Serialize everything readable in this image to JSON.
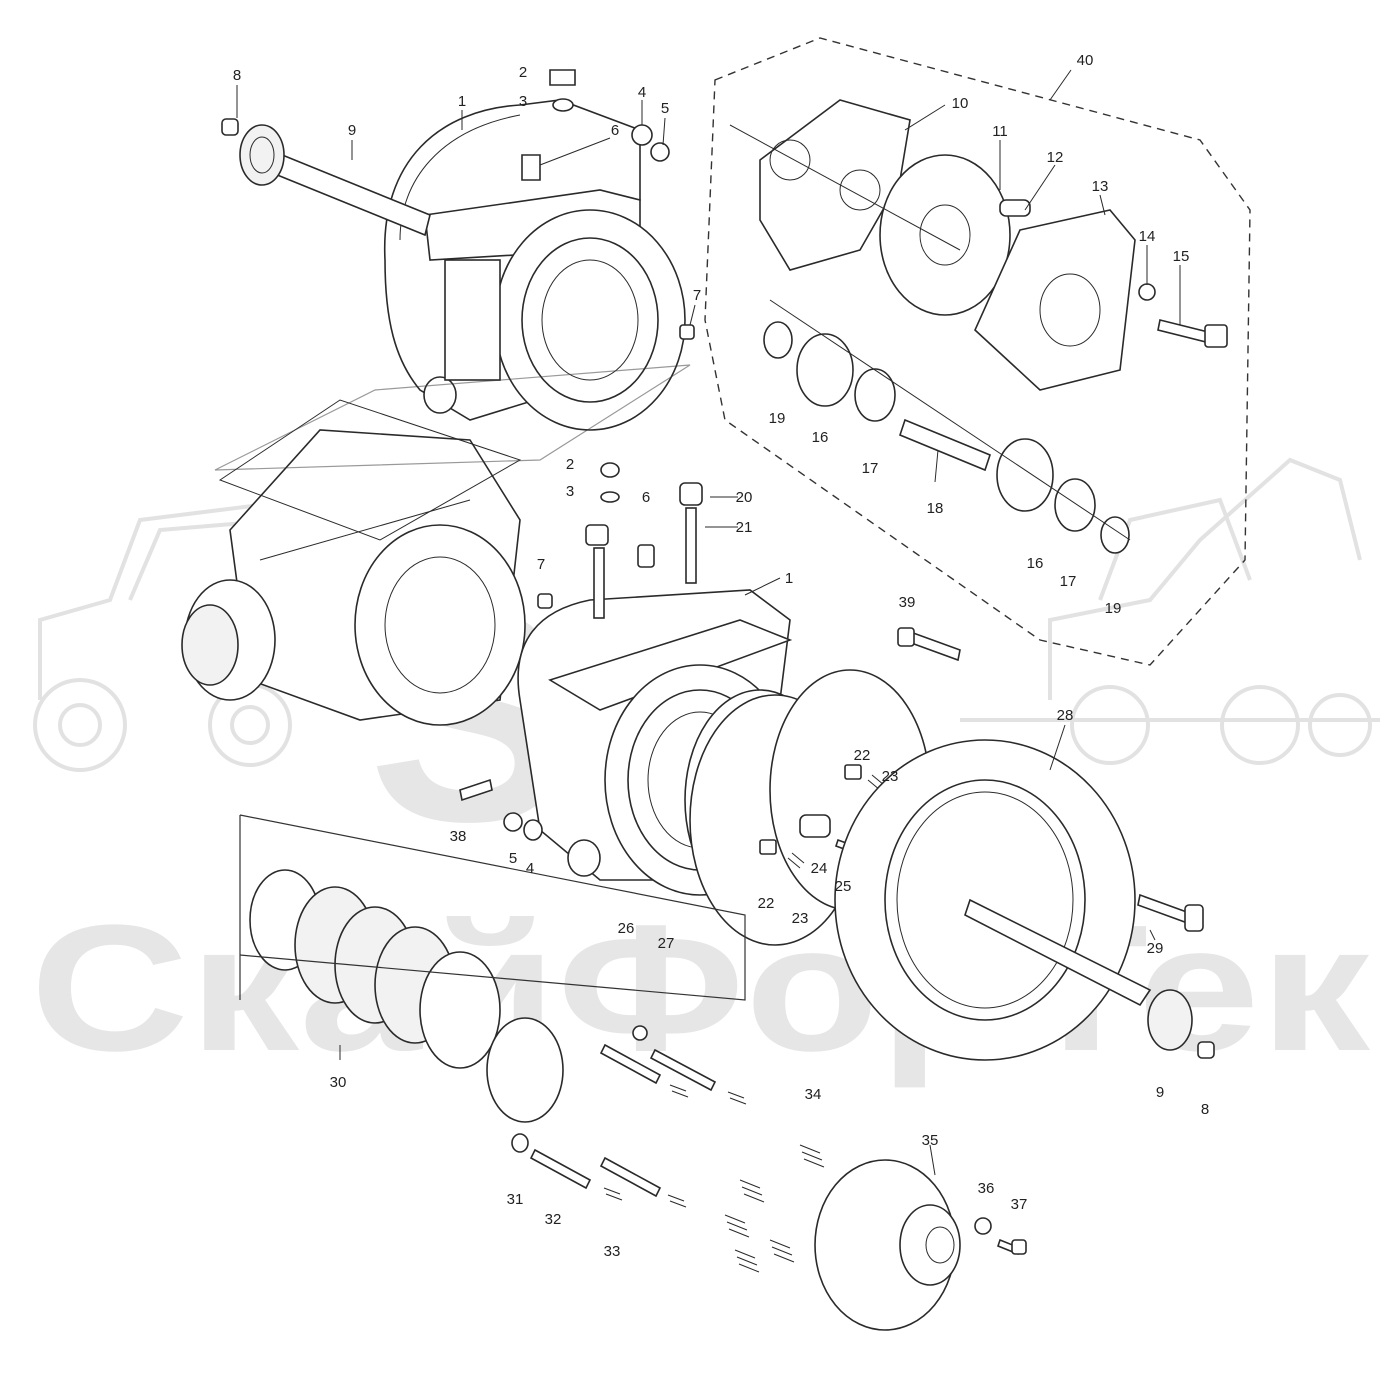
{
  "watermark": {
    "logo_text": "ST",
    "company_text": "СкайФорТек"
  },
  "callouts": [
    {
      "id": "c8a",
      "text": "8"
    },
    {
      "id": "c9a",
      "text": "9"
    },
    {
      "id": "c1a",
      "text": "1"
    },
    {
      "id": "c2a",
      "text": "2"
    },
    {
      "id": "c3a",
      "text": "3"
    },
    {
      "id": "c4a",
      "text": "4"
    },
    {
      "id": "c5a",
      "text": "5"
    },
    {
      "id": "c6a",
      "text": "6"
    },
    {
      "id": "c7a",
      "text": "7"
    },
    {
      "id": "c40",
      "text": "40"
    },
    {
      "id": "c10",
      "text": "10"
    },
    {
      "id": "c11",
      "text": "11"
    },
    {
      "id": "c12",
      "text": "12"
    },
    {
      "id": "c13",
      "text": "13"
    },
    {
      "id": "c14",
      "text": "14"
    },
    {
      "id": "c15",
      "text": "15"
    },
    {
      "id": "c19a",
      "text": "19"
    },
    {
      "id": "c16a",
      "text": "16"
    },
    {
      "id": "c17a",
      "text": "17"
    },
    {
      "id": "c18",
      "text": "18"
    },
    {
      "id": "c16b",
      "text": "16"
    },
    {
      "id": "c17b",
      "text": "17"
    },
    {
      "id": "c19b",
      "text": "19"
    },
    {
      "id": "c2b",
      "text": "2"
    },
    {
      "id": "c3b",
      "text": "3"
    },
    {
      "id": "c6b",
      "text": "6"
    },
    {
      "id": "c20",
      "text": "20"
    },
    {
      "id": "c21",
      "text": "21"
    },
    {
      "id": "c7b",
      "text": "7"
    },
    {
      "id": "c1b",
      "text": "1"
    },
    {
      "id": "c39",
      "text": "39"
    },
    {
      "id": "c28",
      "text": "28"
    },
    {
      "id": "c22a",
      "text": "22"
    },
    {
      "id": "c23a",
      "text": "23"
    },
    {
      "id": "c38",
      "text": "38"
    },
    {
      "id": "c5b",
      "text": "5"
    },
    {
      "id": "c4b",
      "text": "4"
    },
    {
      "id": "c24",
      "text": "24"
    },
    {
      "id": "c25",
      "text": "25"
    },
    {
      "id": "c22b",
      "text": "22"
    },
    {
      "id": "c23b",
      "text": "23"
    },
    {
      "id": "c26",
      "text": "26"
    },
    {
      "id": "c27",
      "text": "27"
    },
    {
      "id": "c29",
      "text": "29"
    },
    {
      "id": "c9b",
      "text": "9"
    },
    {
      "id": "c8b",
      "text": "8"
    },
    {
      "id": "c30",
      "text": "30"
    },
    {
      "id": "c34",
      "text": "34"
    },
    {
      "id": "c35",
      "text": "35"
    },
    {
      "id": "c36",
      "text": "36"
    },
    {
      "id": "c37",
      "text": "37"
    },
    {
      "id": "c31",
      "text": "31"
    },
    {
      "id": "c32",
      "text": "32"
    },
    {
      "id": "c33",
      "text": "33"
    }
  ]
}
